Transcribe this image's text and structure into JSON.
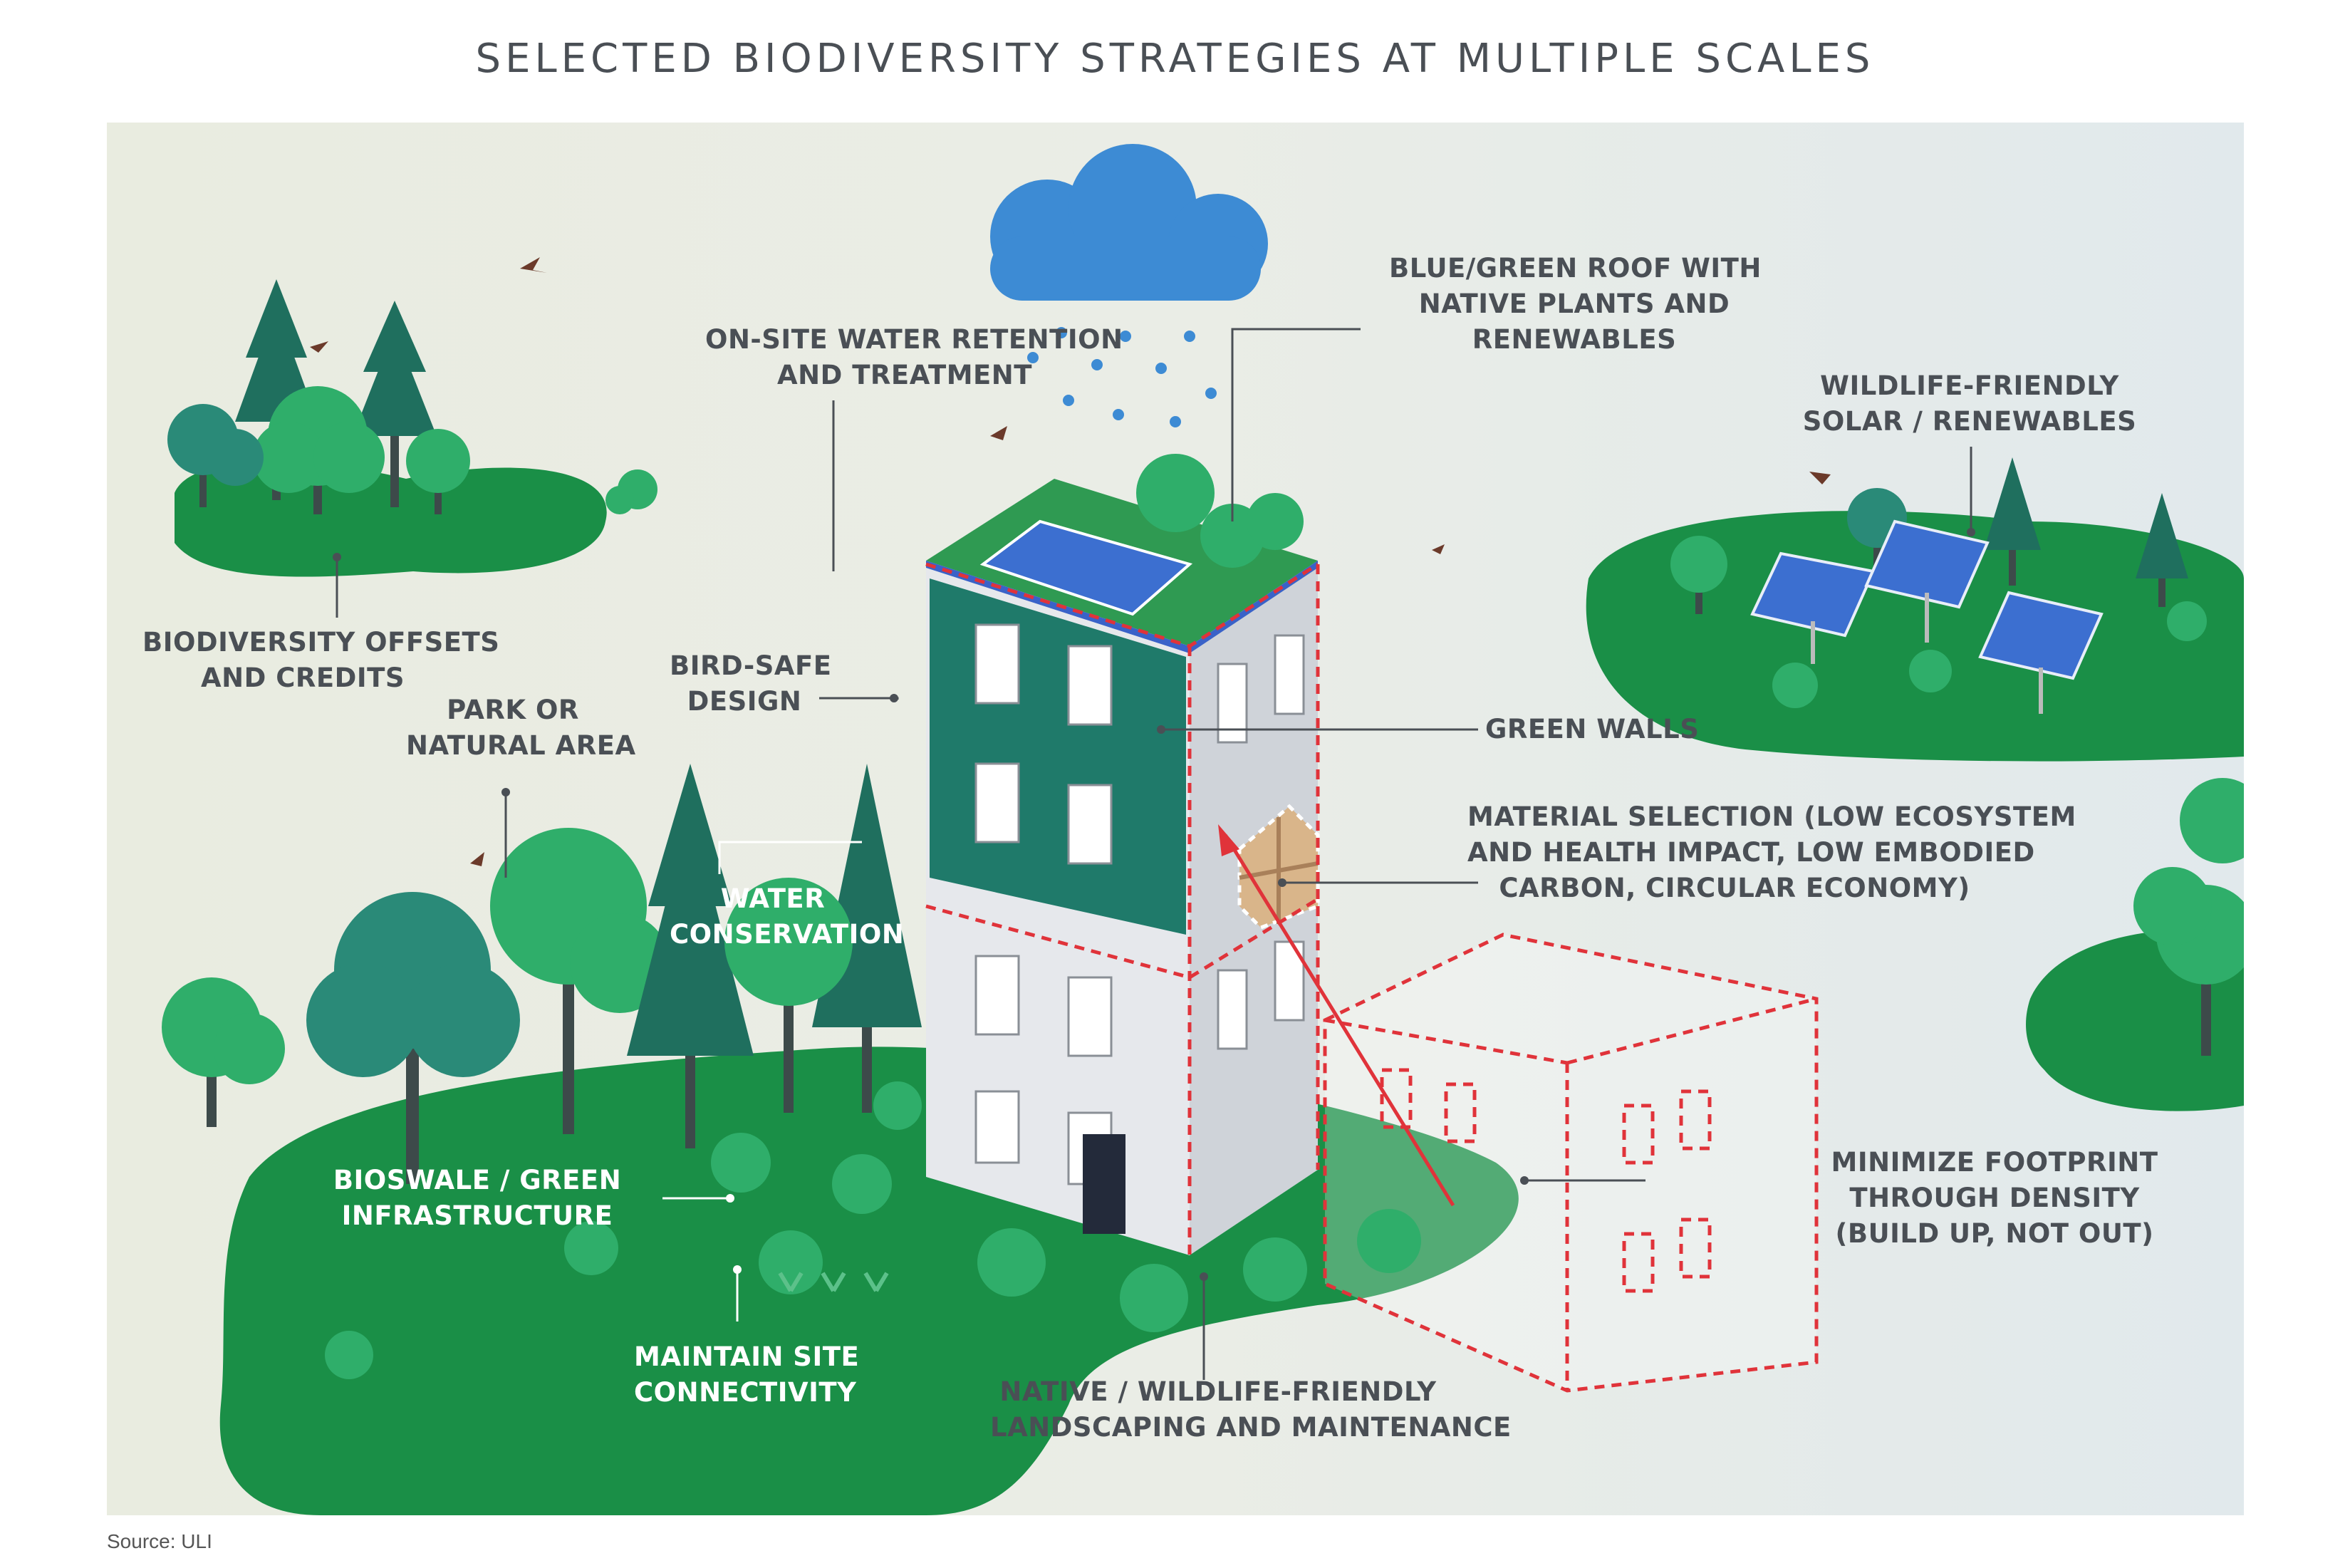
{
  "title": "SELECTED BIODIVERSITY STRATEGIES AT MULTIPLE SCALES",
  "source": "Source: ULI",
  "colors": {
    "ground_green": "#1a8f47",
    "tree_light": "#2fae6a",
    "tree_dark": "#1f6f5e",
    "building_wall": "#d8dbe0",
    "building_green_facade": "#1f7a6a",
    "dashed_red": "#e0333a",
    "solar_blue": "#3c6fd0",
    "cloud_blue": "#3d8bd4",
    "label_dark": "#4a4f55"
  },
  "labels": {
    "offsets": [
      "BIODIVERSITY OFFSETS",
      "AND CREDITS"
    ],
    "park": [
      "PARK OR",
      "NATURAL AREA"
    ],
    "birdsafe": [
      "BIRD-SAFE",
      "DESIGN"
    ],
    "water_retention": [
      "ON-SITE WATER RETENTION",
      "AND TREATMENT"
    ],
    "roof": [
      "BLUE/GREEN ROOF WITH",
      "NATIVE PLANTS AND",
      "RENEWABLES"
    ],
    "solar": [
      "WILDLIFE-FRIENDLY",
      "SOLAR / RENEWABLES"
    ],
    "green_walls": [
      "GREEN WALLS"
    ],
    "material": [
      "MATERIAL SELECTION (LOW ECOSYSTEM",
      "AND HEALTH IMPACT, LOW EMBODIED",
      "CARBON, CIRCULAR ECONOMY)"
    ],
    "water_conservation": [
      "WATER",
      "CONSERVATION"
    ],
    "footprint": [
      "MINIMIZE FOOTPRINT",
      "THROUGH DENSITY",
      "(BUILD UP, NOT OUT)"
    ],
    "bioswale": [
      "BIOSWALE / GREEN",
      "INFRASTRUCTURE"
    ],
    "connectivity": [
      "MAINTAIN SITE",
      "CONNECTIVITY"
    ],
    "landscaping": [
      "NATIVE / WILDLIFE-FRIENDLY",
      "LANDSCAPING AND MAINTENANCE"
    ]
  }
}
